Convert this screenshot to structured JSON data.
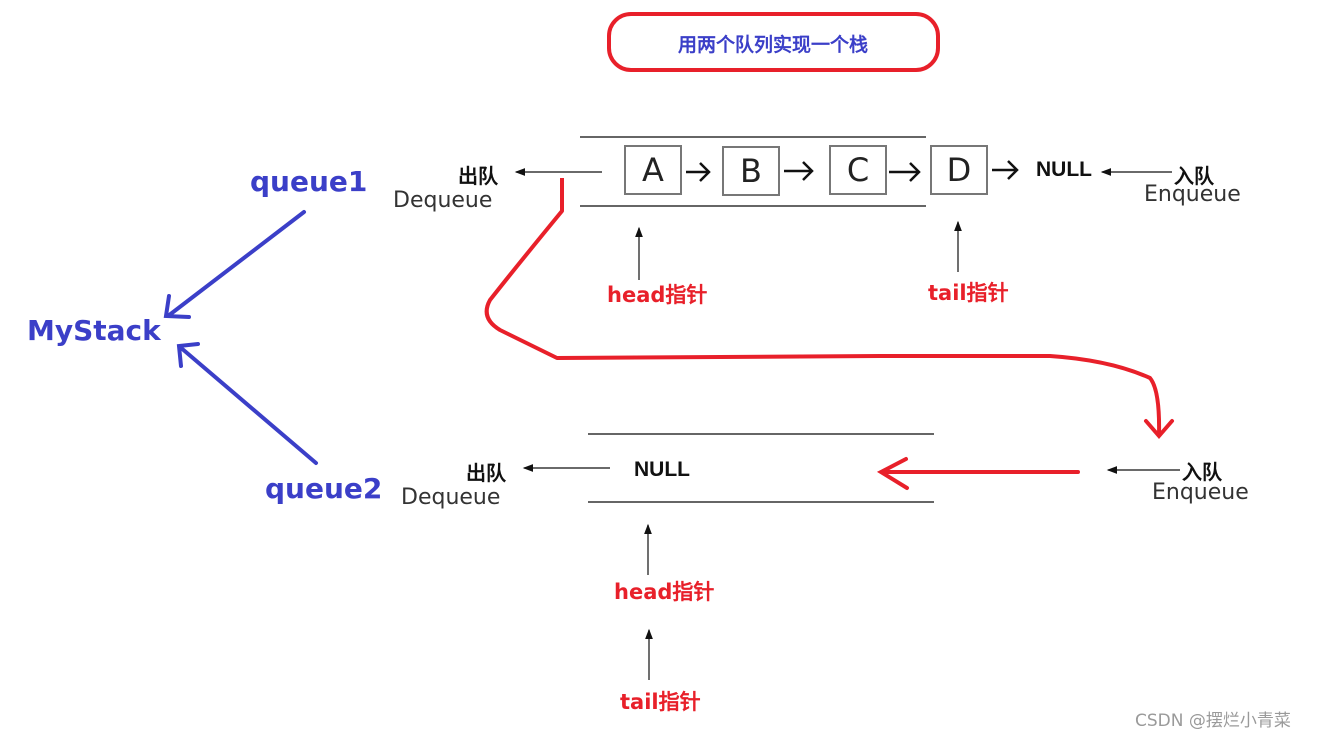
{
  "title": "用两个队列实现一个栈",
  "stack_label": "MyStack",
  "colors": {
    "blue": "#3b3fc8",
    "red": "#e8202a",
    "black": "#111111"
  },
  "queue1": {
    "label": "queue1",
    "dequeue_cn": "出队",
    "dequeue_en": "Dequeue",
    "enqueue_cn": "入队",
    "enqueue_en": "Enqueue",
    "nodes": [
      "A",
      "B",
      "C",
      "D"
    ],
    "null_label": "NULL",
    "head_label": "head指针",
    "tail_label": "tail指针"
  },
  "queue2": {
    "label": "queue2",
    "dequeue_cn": "出队",
    "dequeue_en": "Dequeue",
    "enqueue_cn": "入队",
    "enqueue_en": "Enqueue",
    "null_label": "NULL",
    "head_label": "head指针",
    "tail_label": "tail指针"
  },
  "watermark": "CSDN @摆烂小青菜"
}
